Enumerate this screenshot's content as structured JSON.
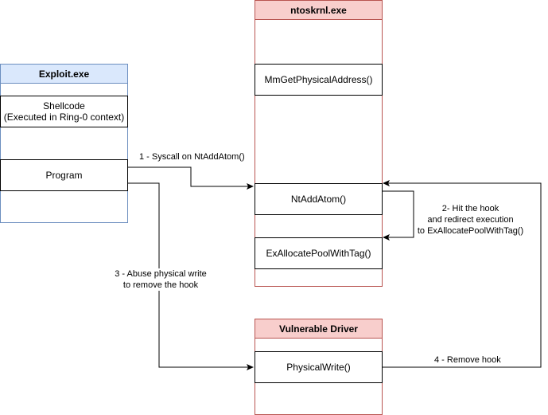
{
  "exploit": {
    "title": "Exploit.exe",
    "shellcode_line1": "Shellcode",
    "shellcode_line2": "(Executed in Ring-0 context)",
    "program": "Program"
  },
  "ntoskrnl": {
    "title": "ntoskrnl.exe",
    "mm_get_physical_address": "MmGetPhysicalAddress()",
    "nt_add_atom": "NtAddAtom()",
    "ex_allocate_pool": "ExAllocatePoolWithTag()"
  },
  "driver": {
    "title": "Vulnerable Driver",
    "physical_write": "PhysicalWrite()"
  },
  "edges": {
    "step1": "1 - Syscall on NtAddAtom()",
    "step2_line1": "2- Hit the hook",
    "step2_line2": "and redirect execution",
    "step2_line3": "to ExAllocatePoolWithTag()",
    "step3_line1": "3 - Abuse physical write",
    "step3_line2": "to remove the hook",
    "step4": "4 - Remove hook"
  },
  "colors": {
    "blue_fill": "#dae8fc",
    "blue_stroke": "#6c8ebf",
    "red_fill": "#f8cecc",
    "red_stroke": "#b85450"
  }
}
